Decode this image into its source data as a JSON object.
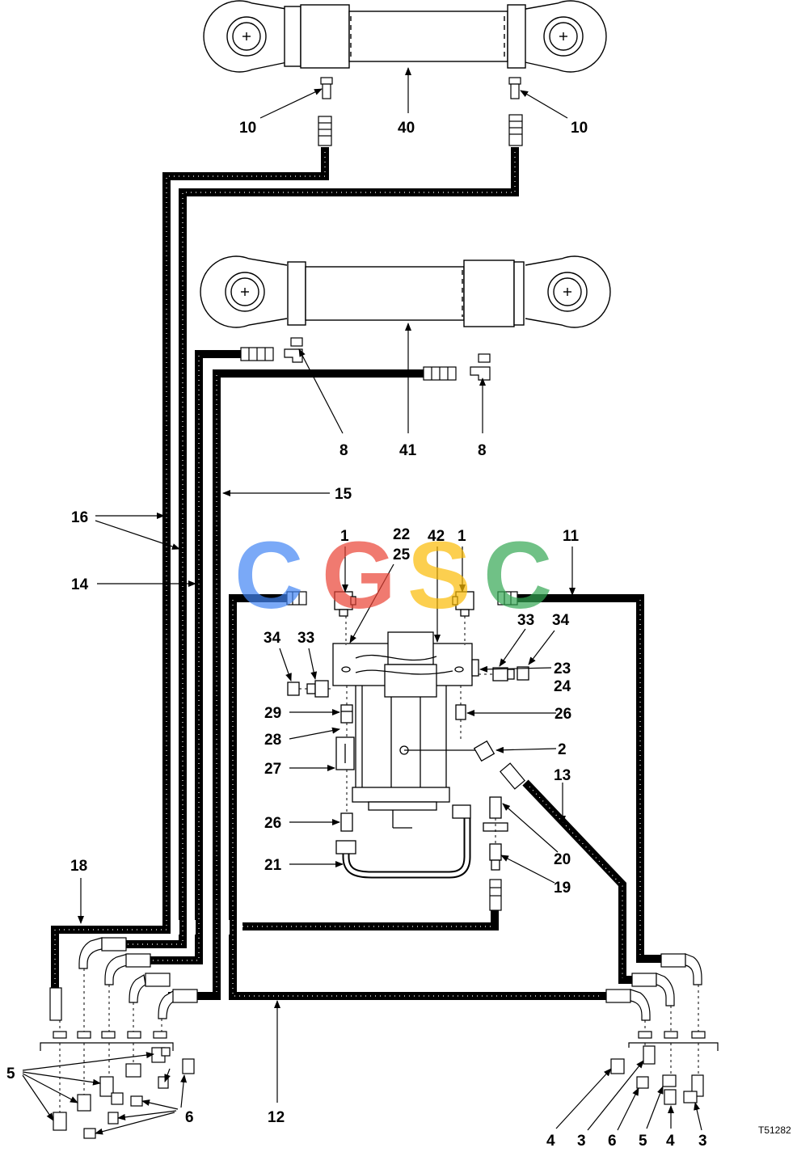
{
  "figure_id": "T51282",
  "watermark": {
    "letters": [
      "C",
      "G",
      "S",
      "C"
    ],
    "colors": [
      "#4285f4",
      "#ea4335",
      "#fbbc05",
      "#34a853"
    ]
  },
  "callouts": [
    {
      "id": "c10a",
      "text": "10"
    },
    {
      "id": "c40",
      "text": "40"
    },
    {
      "id": "c10b",
      "text": "10"
    },
    {
      "id": "c8a",
      "text": "8"
    },
    {
      "id": "c41",
      "text": "41"
    },
    {
      "id": "c8b",
      "text": "8"
    },
    {
      "id": "c15",
      "text": "15"
    },
    {
      "id": "c16",
      "text": "16"
    },
    {
      "id": "c14",
      "text": "14"
    },
    {
      "id": "c1a",
      "text": "1"
    },
    {
      "id": "c22",
      "text": "22"
    },
    {
      "id": "c25",
      "text": "25"
    },
    {
      "id": "c42",
      "text": "42"
    },
    {
      "id": "c1b",
      "text": "1"
    },
    {
      "id": "c11",
      "text": "11"
    },
    {
      "id": "c33a",
      "text": "33"
    },
    {
      "id": "c34a",
      "text": "34"
    },
    {
      "id": "c34b",
      "text": "34"
    },
    {
      "id": "c33b",
      "text": "33"
    },
    {
      "id": "c23",
      "text": "23"
    },
    {
      "id": "c24",
      "text": "24"
    },
    {
      "id": "c29",
      "text": "29"
    },
    {
      "id": "c26a",
      "text": "26"
    },
    {
      "id": "c28",
      "text": "28"
    },
    {
      "id": "c2",
      "text": "2"
    },
    {
      "id": "c27",
      "text": "27"
    },
    {
      "id": "c13",
      "text": "13"
    },
    {
      "id": "c26b",
      "text": "26"
    },
    {
      "id": "c20",
      "text": "20"
    },
    {
      "id": "c21",
      "text": "21"
    },
    {
      "id": "c19",
      "text": "19"
    },
    {
      "id": "c18",
      "text": "18"
    },
    {
      "id": "c5a",
      "text": "5"
    },
    {
      "id": "c6a",
      "text": "6"
    },
    {
      "id": "c12",
      "text": "12"
    },
    {
      "id": "c4a",
      "text": "4"
    },
    {
      "id": "c3a",
      "text": "3"
    },
    {
      "id": "c6b",
      "text": "6"
    },
    {
      "id": "c5b",
      "text": "5"
    },
    {
      "id": "c4b",
      "text": "4"
    },
    {
      "id": "c3b",
      "text": "3"
    }
  ]
}
